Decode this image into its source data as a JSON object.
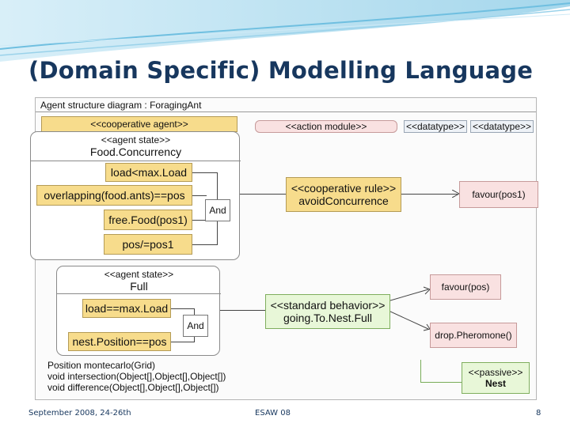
{
  "slide": {
    "title": "(Domain Specific) Modelling Language",
    "footer": {
      "date": "September 2008, 24-26th",
      "event": "ESAW 08",
      "page": "8"
    }
  },
  "diagram": {
    "header": "Agent structure diagram : ForagingAnt",
    "cooperative_agent_stereotype": "<<cooperative agent>>",
    "action_module_stereotype": "<<action module>>",
    "datatype_stereotype_1": "<<datatype>>",
    "datatype_stereotype_2": "<<datatype>>",
    "food_state": {
      "stereotype": "<<agent state>>",
      "name": "Food.Concurrency",
      "conditions": [
        "load<max.Load",
        "overlapping(food.ants)==pos",
        "free.Food(pos1)",
        "pos/=pos1"
      ],
      "and_label": "And"
    },
    "cooperative_rule": {
      "stereotype": "<<cooperative rule>>",
      "name": "avoidConcurrence"
    },
    "favour_pos1": "favour(pos1)",
    "full_state": {
      "stereotype": "<<agent state>>",
      "name": "Full",
      "conditions": [
        "load==max.Load",
        "nest.Position==pos"
      ],
      "and_label": "And"
    },
    "standard_behavior": {
      "stereotype": "<<standard behavior>>",
      "name": "going.To.Nest.Full"
    },
    "favour_pos": "favour(pos)",
    "drop_pheromone": "drop.Pheromone()",
    "methods": [
      "Position montecarlo(Grid)",
      "void intersection(Object[],Object[],Object[])",
      "void difference(Object[],Object[],Object[])"
    ],
    "passive": {
      "stereotype": "<<passive>>",
      "name": "Nest"
    },
    "colors": {
      "yellow": "#f7dc8c",
      "pink": "#f9e1e1",
      "green": "#e8f7d8",
      "title": "#17375e"
    }
  }
}
